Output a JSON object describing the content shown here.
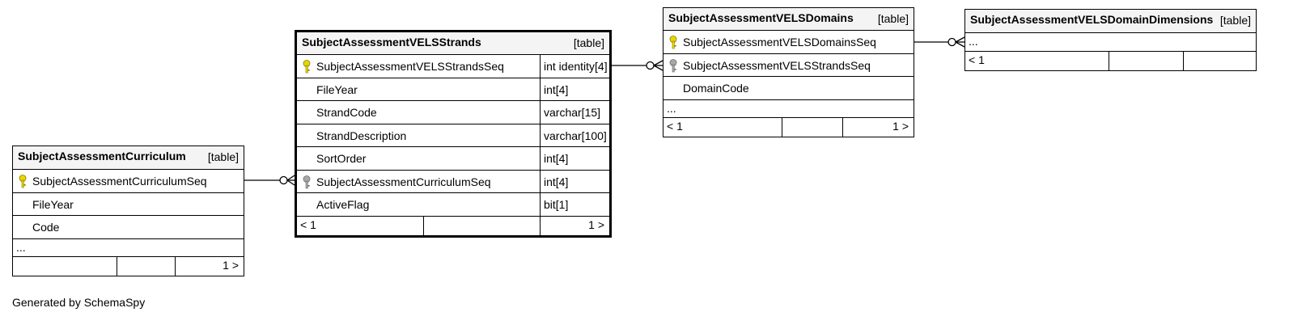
{
  "tables": {
    "curriculum": {
      "name": "SubjectAssessmentCurriculum",
      "type_label": "[table]",
      "columns": [
        {
          "name": "SubjectAssessmentCurriculumSeq",
          "key": "primary"
        },
        {
          "name": "FileYear"
        },
        {
          "name": "Code"
        }
      ],
      "more": "...",
      "nav": {
        "prev": "",
        "next": "1 >"
      }
    },
    "strands": {
      "name": "SubjectAssessmentVELSStrands",
      "type_label": "[table]",
      "columns": [
        {
          "name": "SubjectAssessmentVELSStrandsSeq",
          "type": "int identity[4]",
          "key": "primary"
        },
        {
          "name": "FileYear",
          "type": "int[4]"
        },
        {
          "name": "StrandCode",
          "type": "varchar[15]"
        },
        {
          "name": "StrandDescription",
          "type": "varchar[100]"
        },
        {
          "name": "SortOrder",
          "type": "int[4]"
        },
        {
          "name": "SubjectAssessmentCurriculumSeq",
          "type": "int[4]",
          "key": "foreign"
        },
        {
          "name": "ActiveFlag",
          "type": "bit[1]"
        }
      ],
      "nav": {
        "prev": "< 1",
        "next": "1 >"
      }
    },
    "domains": {
      "name": "SubjectAssessmentVELSDomains",
      "type_label": "[table]",
      "columns": [
        {
          "name": "SubjectAssessmentVELSDomainsSeq",
          "key": "primary"
        },
        {
          "name": "SubjectAssessmentVELSStrandsSeq",
          "key": "foreign"
        },
        {
          "name": "DomainCode"
        }
      ],
      "more": "...",
      "nav": {
        "prev": "< 1",
        "next": "1 >"
      }
    },
    "dimensions": {
      "name": "SubjectAssessmentVELSDomainDimensions",
      "type_label": "[table]",
      "columns": [],
      "more": "...",
      "nav": {
        "prev": "< 1",
        "next": ""
      }
    }
  },
  "footer": {
    "note": "Generated by SchemaSpy"
  },
  "colors": {
    "primary_key": "#e8d600",
    "foreign_key": "#a8a8a8",
    "header_bg": "#f4f4f4"
  }
}
